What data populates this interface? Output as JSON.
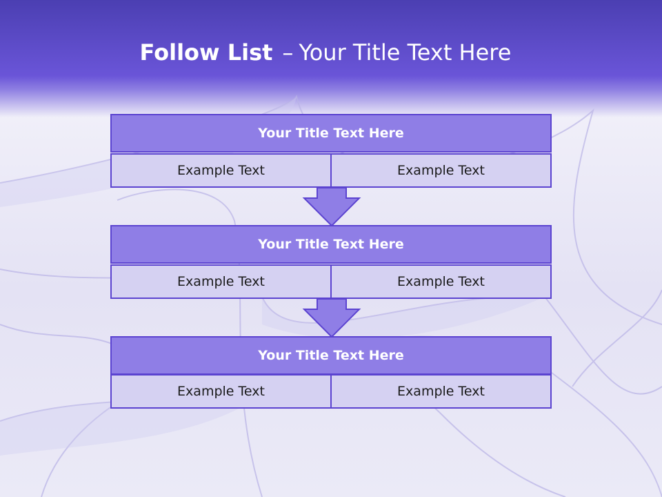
{
  "slide": {
    "title_bold": "Follow List",
    "title_separator": "–",
    "title_rest": "Your Title Text Here"
  },
  "blocks": [
    {
      "title": "Your Title Text Here",
      "left": "Example Text",
      "right": "Example Text"
    },
    {
      "title": "Your Title Text Here",
      "left": "Example Text",
      "right": "Example Text"
    },
    {
      "title": "Your Title Text Here",
      "left": "Example Text",
      "right": "Example Text"
    }
  ],
  "colors": {
    "header_top": "#4b3fb2",
    "header_fill": "#8f7ee6",
    "cell_fill": "#d5d1f2",
    "border": "#5b43d0",
    "arrow_fill": "#8f7ee6"
  }
}
